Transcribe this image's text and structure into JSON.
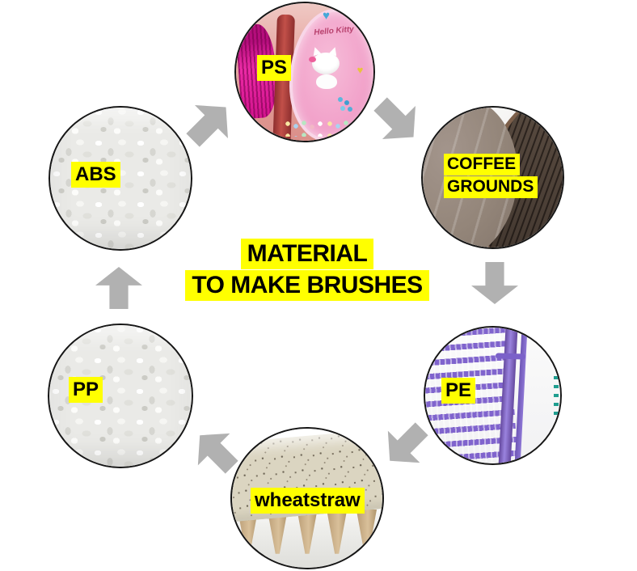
{
  "title": {
    "line1": "MATERIAL",
    "line2": "TO MAKE BRUSHES"
  },
  "colors": {
    "highlight": "#ffff00",
    "arrow": "#b1b1b1",
    "text": "#000000",
    "background": "#ffffff"
  },
  "nodes": {
    "ps": {
      "label": "PS",
      "image": "hello-kitty-hairbrush-photo",
      "photo_text": "Hello Kitty"
    },
    "coffee_grounds": {
      "label_line1": "COFFEE",
      "label_line2": "GROUNDS",
      "image": "coffee-grounds-brush-photo"
    },
    "pe": {
      "label": "PE",
      "image": "purple-bristle-brush-photo"
    },
    "wheatstraw": {
      "label": "wheatstraw",
      "image": "wheat-straw-scalp-brush-photo"
    },
    "pp": {
      "label": "PP",
      "image": "white-plastic-pellets-photo"
    },
    "abs": {
      "label": "ABS",
      "image": "white-plastic-pellets-photo"
    }
  },
  "arrows": [
    {
      "from": "ABS",
      "to": "PS",
      "direction": "up-right"
    },
    {
      "from": "PS",
      "to": "COFFEE GROUNDS",
      "direction": "down-right"
    },
    {
      "from": "COFFEE GROUNDS",
      "to": "PE",
      "direction": "down"
    },
    {
      "from": "PE",
      "to": "wheatstraw",
      "direction": "down-left"
    },
    {
      "from": "wheatstraw",
      "to": "PP",
      "direction": "up-left"
    },
    {
      "from": "PP",
      "to": "ABS",
      "direction": "up"
    }
  ]
}
